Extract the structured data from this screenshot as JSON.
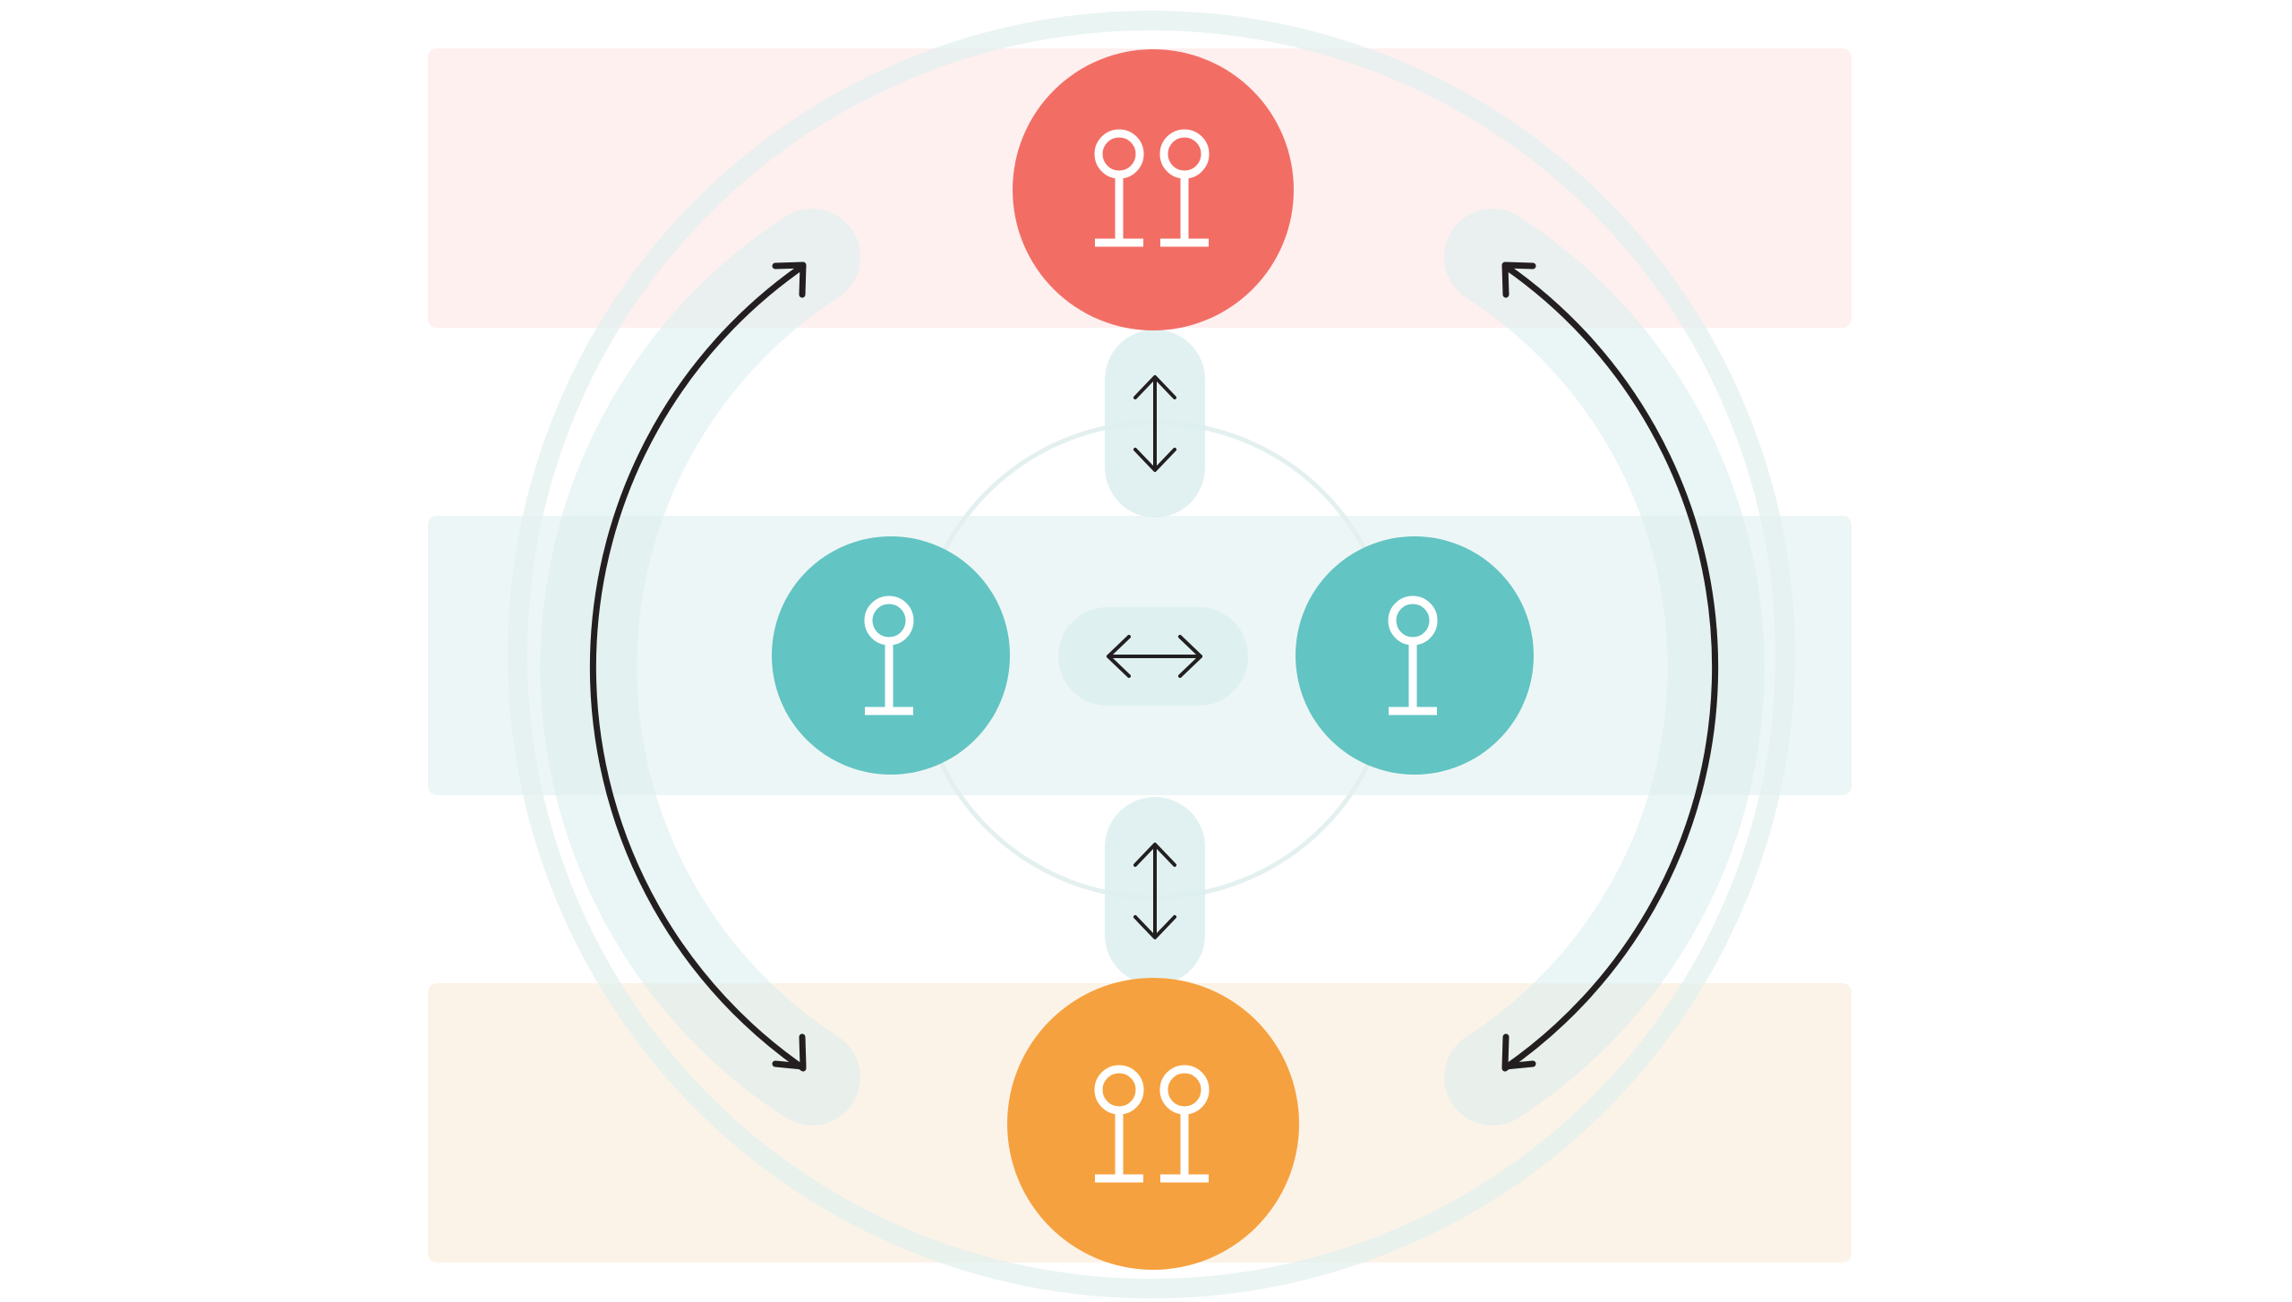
{
  "diagram": {
    "type": "connection-diagram",
    "bands": [
      {
        "id": "top-band",
        "color": "#FEF0EF"
      },
      {
        "id": "middle-band",
        "color": "#EDF6F6"
      },
      {
        "id": "bottom-band",
        "color": "#FCF3E8"
      }
    ],
    "nodes": [
      {
        "id": "node-top",
        "color": "#F26E65",
        "icon": "key-pair-icon",
        "icon_count": 2
      },
      {
        "id": "node-left",
        "color": "#62C4C3",
        "icon": "key-icon",
        "icon_count": 1
      },
      {
        "id": "node-right",
        "color": "#62C4C3",
        "icon": "key-icon",
        "icon_count": 1
      },
      {
        "id": "node-bottom",
        "color": "#F6A13F",
        "icon": "key-pair-icon",
        "icon_count": 2
      }
    ],
    "connections": [
      {
        "id": "top-to-middle",
        "kind": "bidirectional-vertical-arrow"
      },
      {
        "id": "left-to-right",
        "kind": "bidirectional-horizontal-arrow"
      },
      {
        "id": "middle-to-bottom",
        "kind": "bidirectional-vertical-arrow"
      },
      {
        "id": "left-arc",
        "kind": "bidirectional-curved-arrow"
      },
      {
        "id": "right-arc",
        "kind": "bidirectional-curved-arrow"
      }
    ],
    "colors": {
      "pill": "#DCEEEE",
      "ring": "#E3F0EF",
      "arrow": "#231F20",
      "icon": "#FFFFFF"
    }
  }
}
